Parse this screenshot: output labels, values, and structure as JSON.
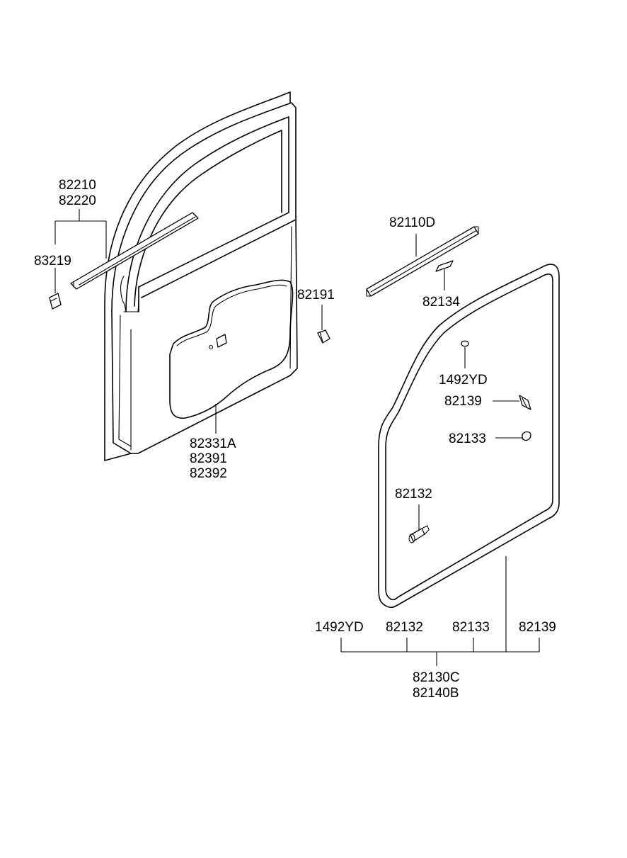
{
  "labels": {
    "door_belt_molding_a": "82210",
    "door_belt_molding_b": "82220",
    "clip_83219": "83219",
    "plug_82191": "82191",
    "film_a": "82331A",
    "film_b": "82391",
    "film_c": "82392",
    "channel_82110d": "82110D",
    "pad_82134": "82134",
    "clip_1492yd": "1492YD",
    "clip_82139": "82139",
    "clip_82133": "82133",
    "fastener_82132": "82132",
    "assy_1492yd": "1492YD",
    "assy_82132": "82132",
    "assy_82133": "82133",
    "assy_82139": "82139",
    "assy_main_a": "82130C",
    "assy_main_b": "82140B"
  }
}
